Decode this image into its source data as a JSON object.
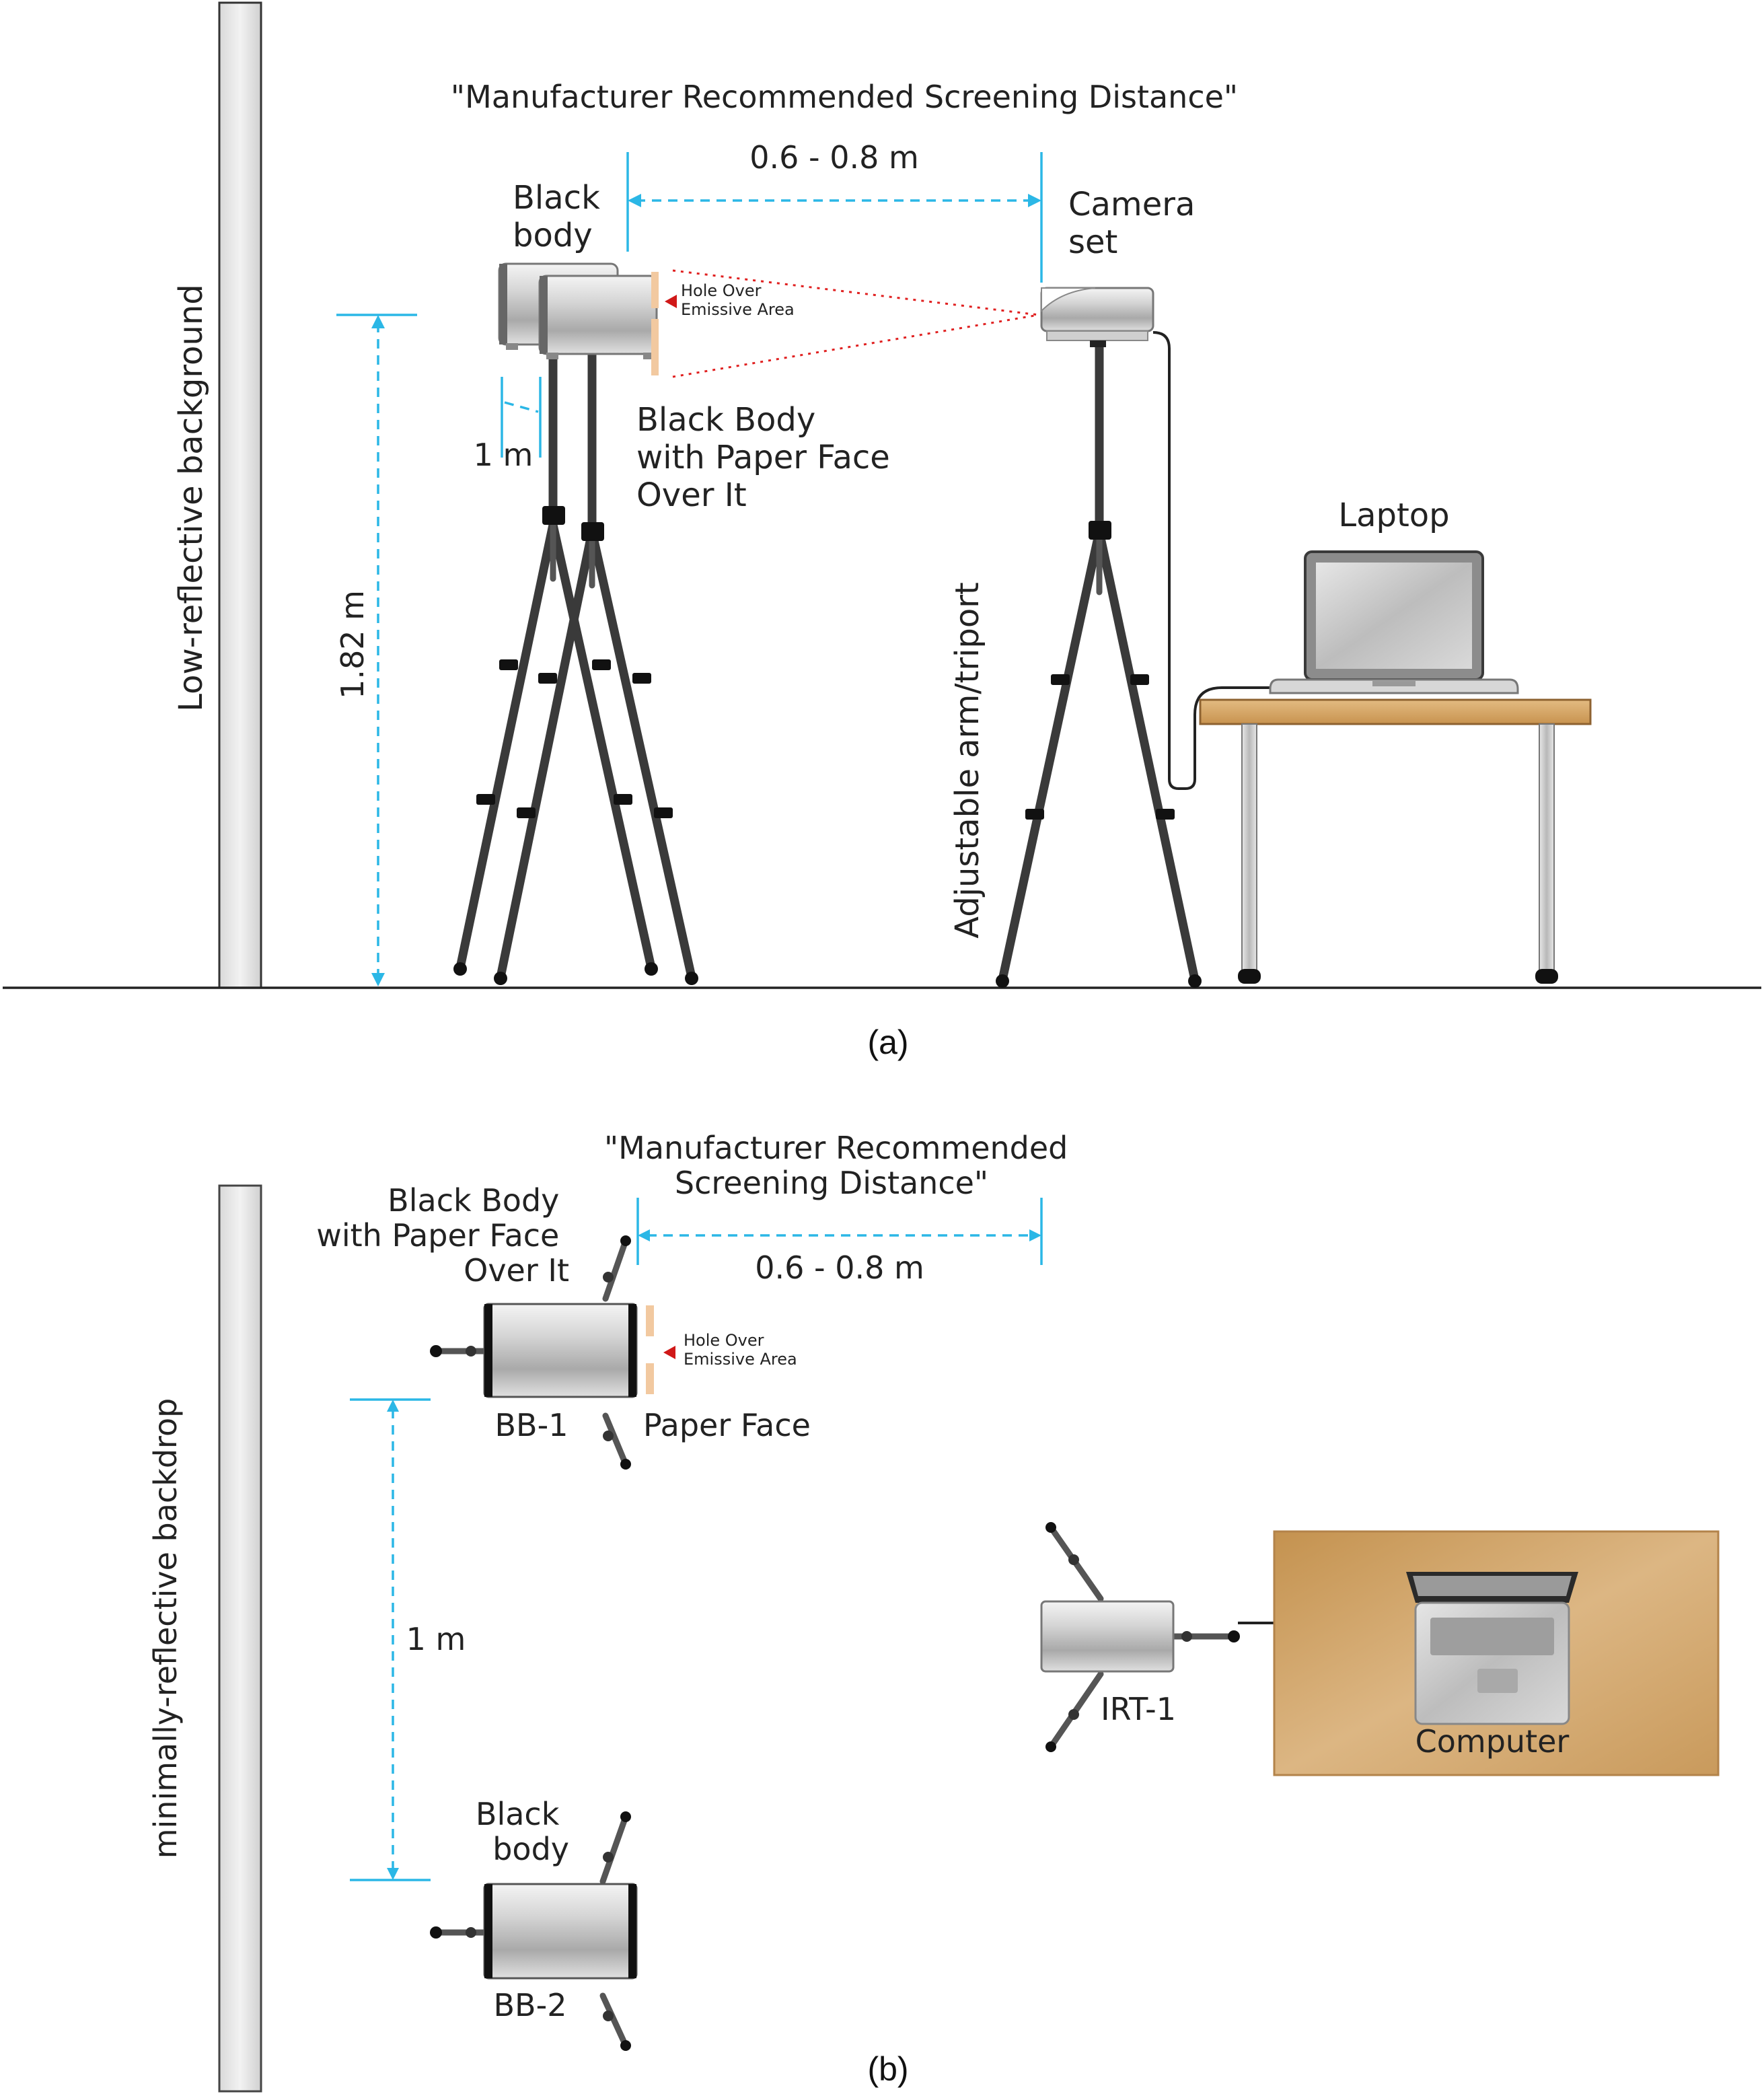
{
  "panel_a": {
    "caption": "(a)",
    "title": "\"Manufacturer Recommended Screening Distance\"",
    "distance": "0.6 - 0.8 m",
    "blackbody_label_1": "Black",
    "blackbody_label_2": "body",
    "camera_label_1": "Camera",
    "camera_label_2": "set",
    "hole_label_1": "Hole Over",
    "hole_label_2": "Emissive Area",
    "paperface_label_1": "Black Body",
    "paperface_label_2": "with Paper Face",
    "paperface_label_3": "Over It",
    "spacing": "1 m",
    "height": "1.82 m",
    "background": "Low-reflective background",
    "laptop": "Laptop",
    "tripod": "Adjustable arm/triport"
  },
  "panel_b": {
    "caption": "(b)",
    "title_1": "\"Manufacturer Recommended",
    "title_2": "Screening Distance\"",
    "distance": "0.6 - 0.8 m",
    "paperface_label_1": "Black Body",
    "paperface_label_2": "with Paper Face",
    "paperface_label_3": "Over It",
    "hole_label_1": "Hole Over",
    "hole_label_2": "Emissive Area",
    "bb1": "BB-1",
    "paper_face": "Paper Face",
    "spacing": "1 m",
    "backdrop": "minimally-reflective backdrop",
    "blackbody_label_1": "Black",
    "blackbody_label_2": "body",
    "bb2": "BB-2",
    "irt": "IRT-1",
    "computer": "Computer"
  },
  "colors": {
    "dimension": "#2bb7e6",
    "sight_line": "#e02020",
    "paper": "#f2c9a0",
    "table_top": "#d7a968",
    "desk": "#c99a5c"
  }
}
